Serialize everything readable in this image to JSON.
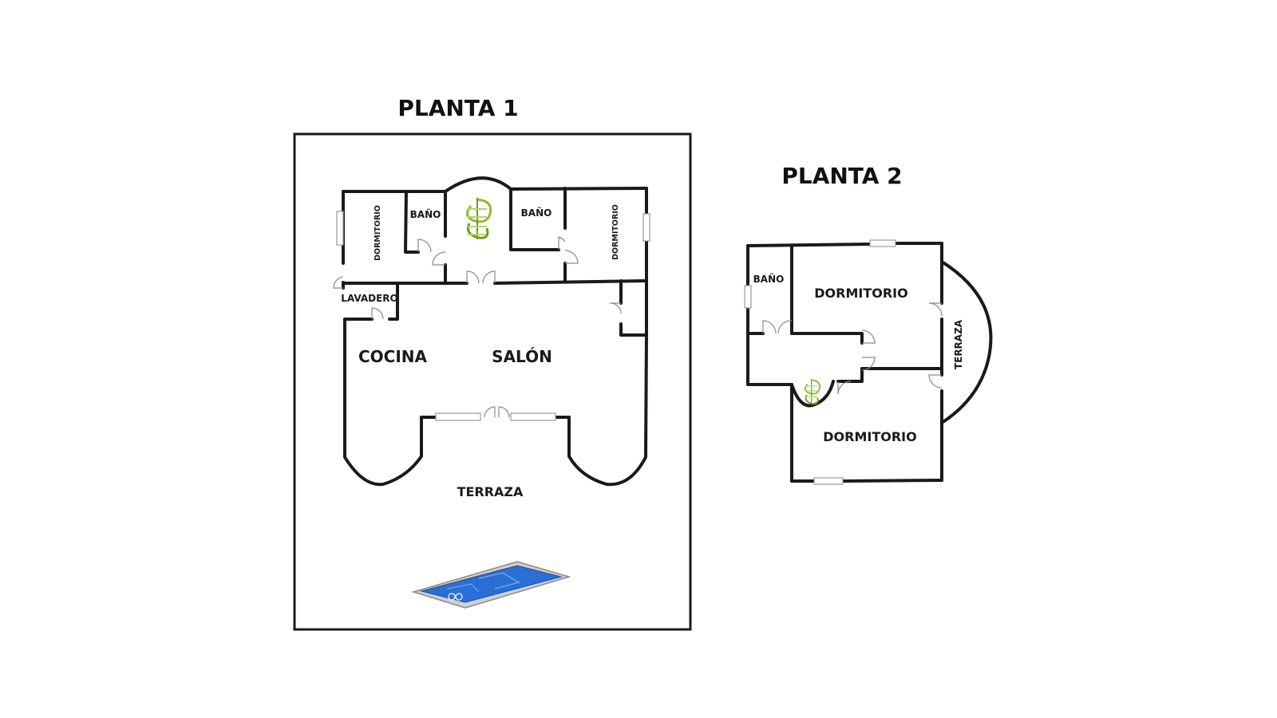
{
  "planta1": {
    "title": "PLANTA 1",
    "rooms": {
      "dormitorio_left": "DORMITORIO",
      "bano_left": "BAÑO",
      "bano_right": "BAÑO",
      "dormitorio_right": "DORMITORIO",
      "lavadero": "LAVADERO",
      "cocina": "COCINA",
      "salon": "SALÓN",
      "terraza": "TERRAZA"
    }
  },
  "planta2": {
    "title": "PLANTA 2",
    "rooms": {
      "bano": "BAÑO",
      "dormitorio_top": "DORMITORIO",
      "dormitorio_bottom": "DORMITORIO",
      "terraza": "TERRAZA"
    }
  },
  "colors": {
    "wall": "#1a1a1a",
    "pool_water": "#2a6fd6",
    "pool_edge": "#cfcfcf",
    "staircase": "#8dbb2f"
  },
  "icons": [
    "spiral-staircase-icon",
    "swimming-pool-icon",
    "door-swing-icon",
    "window-icon"
  ]
}
